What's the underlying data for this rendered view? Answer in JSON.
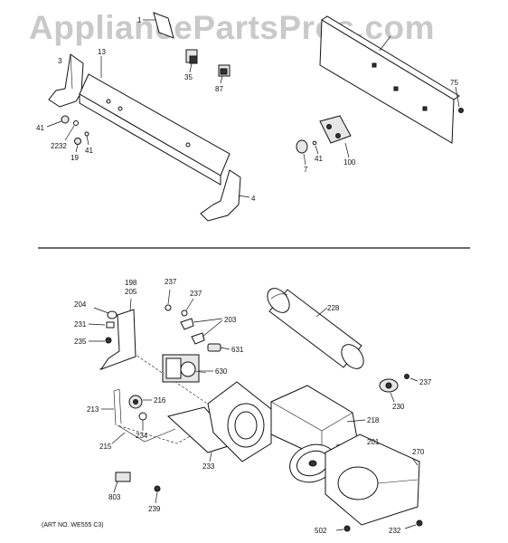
{
  "watermark": "AppliancePartsPros.com",
  "art_number": "(ART NO. WE555 C3)",
  "upper_section": {
    "labels": [
      "1",
      "3",
      "13",
      "35",
      "87",
      "41",
      "2232",
      "19",
      "41",
      "4",
      "75",
      "7",
      "41",
      "100"
    ]
  },
  "lower_section": {
    "labels": [
      "198",
      "205",
      "204",
      "231",
      "235",
      "237",
      "237",
      "203",
      "228",
      "631",
      "630",
      "237",
      "230",
      "216",
      "213",
      "234",
      "215",
      "233",
      "218",
      "201",
      "270",
      "803",
      "239",
      "502",
      "232"
    ]
  }
}
